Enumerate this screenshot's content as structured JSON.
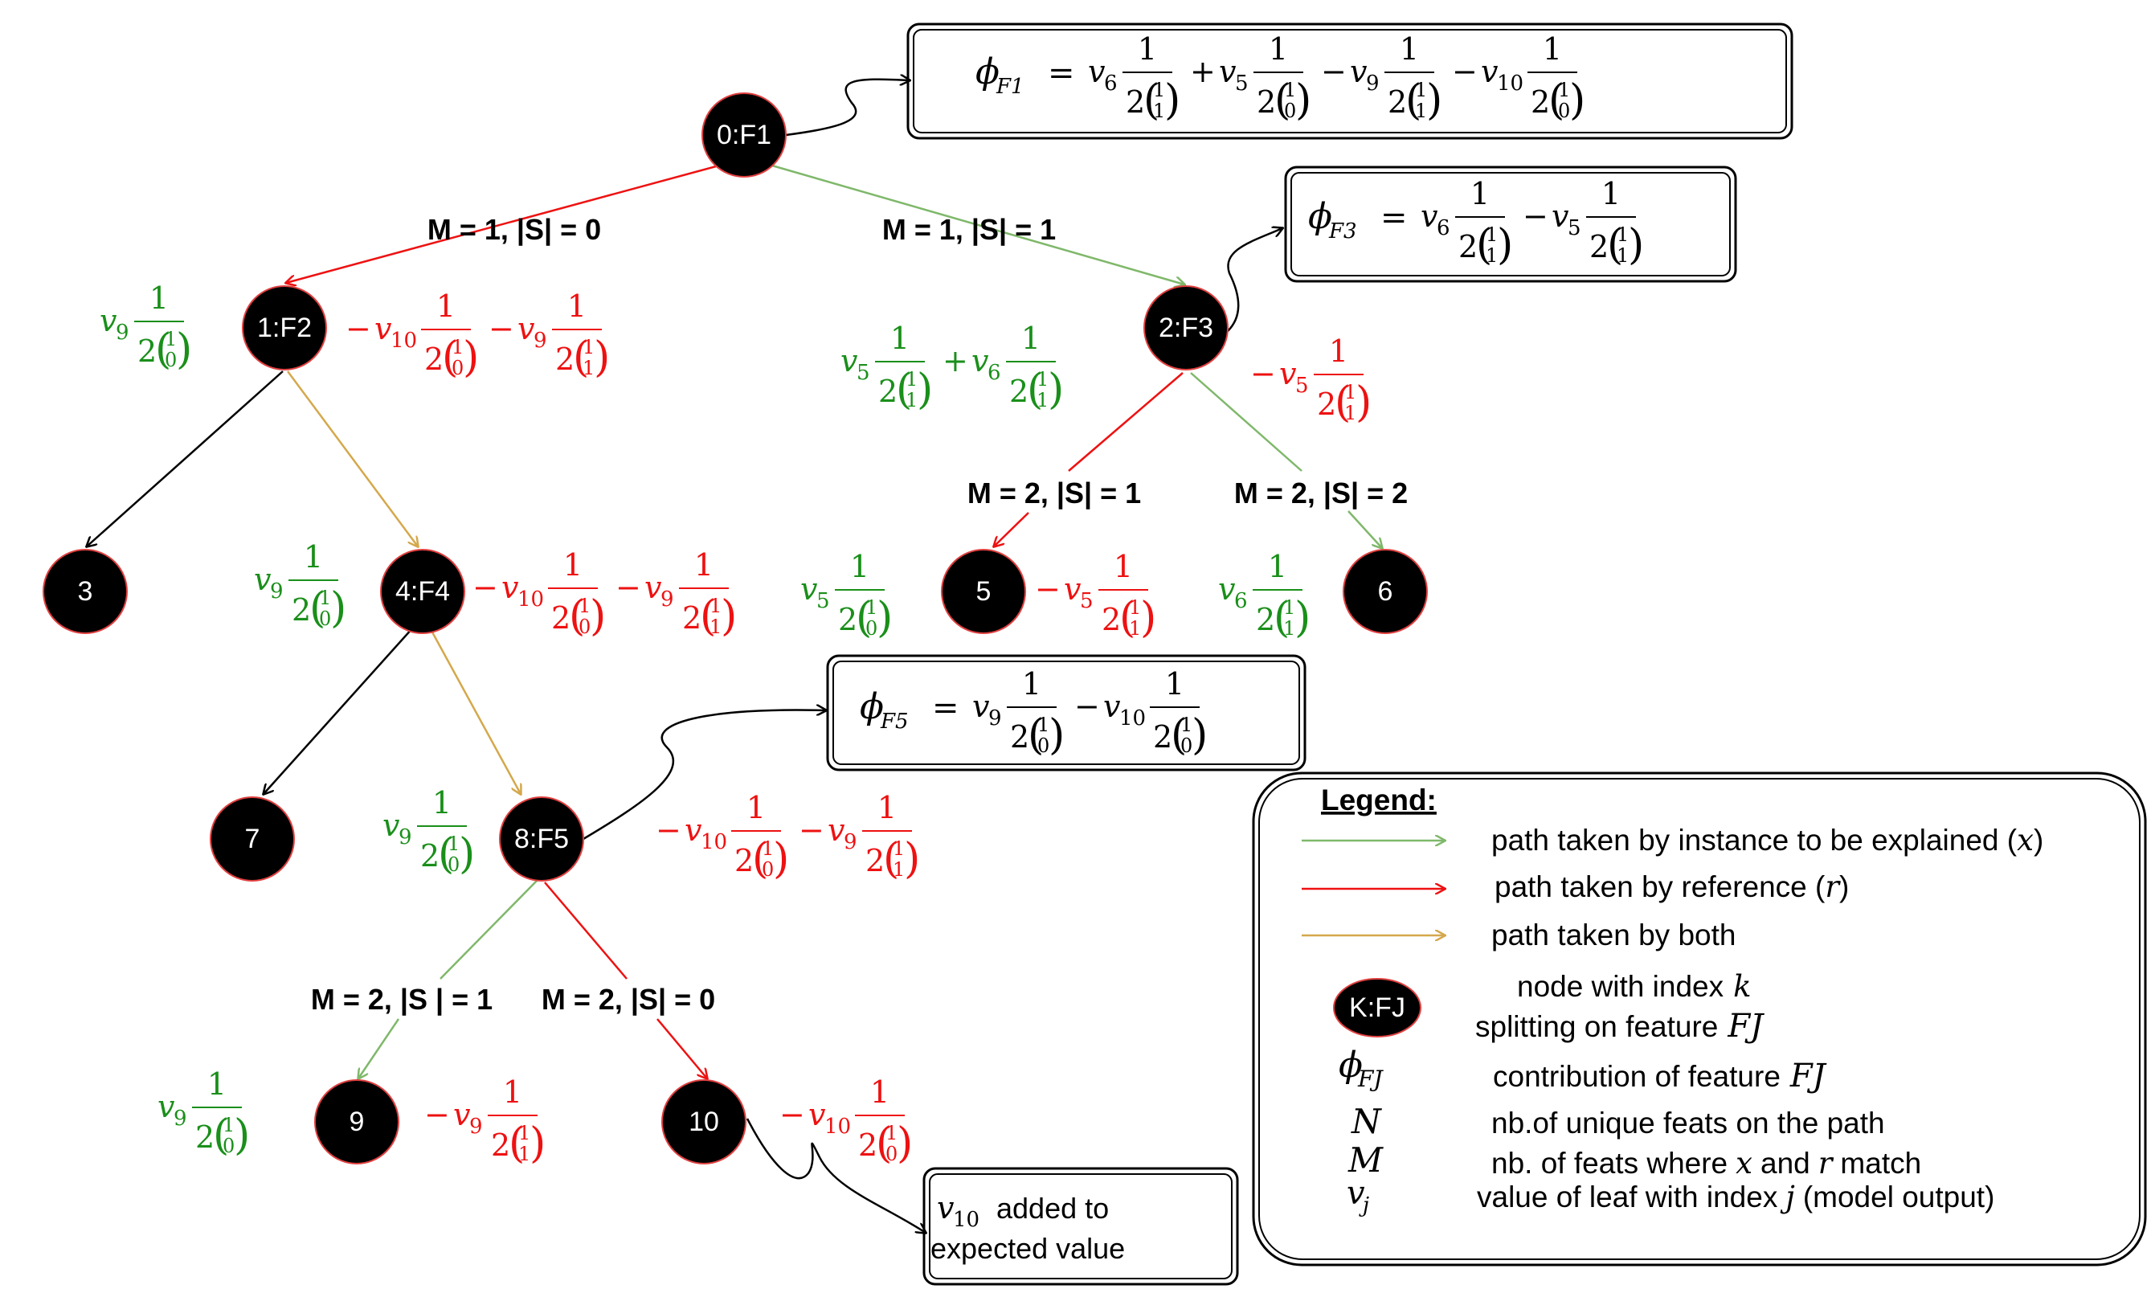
{
  "nodes": [
    {
      "id": "n0",
      "label": "0:F1"
    },
    {
      "id": "n1",
      "label": "1:F2"
    },
    {
      "id": "n2",
      "label": "2:F3"
    },
    {
      "id": "n3",
      "label": "3"
    },
    {
      "id": "n4",
      "label": "4:F4"
    },
    {
      "id": "n5",
      "label": "5"
    },
    {
      "id": "n6",
      "label": "6"
    },
    {
      "id": "n7",
      "label": "7"
    },
    {
      "id": "n8",
      "label": "8:F5"
    },
    {
      "id": "n9",
      "label": "9"
    },
    {
      "id": "n10",
      "label": "10"
    }
  ],
  "edge_labels": {
    "e01": "M = 1, |S| = 0",
    "e02": "M = 1, |S| = 1",
    "e25": "M = 2, |S| = 1",
    "e26": "M = 2, |S| = 2",
    "e89": "M = 2, |S | = 1",
    "e810": "M = 2, |S| = 0"
  },
  "formulas": {
    "phi_f1": {
      "lhs": "F1",
      "terms": [
        [
          "",
          "6",
          "1"
        ],
        [
          "+",
          "5",
          "0"
        ],
        [
          "−",
          "9",
          "1"
        ],
        [
          "−",
          "10",
          "0"
        ]
      ]
    },
    "phi_f3": {
      "lhs": "F3",
      "terms": [
        [
          "",
          "6",
          "1"
        ],
        [
          "−",
          "5",
          "1"
        ]
      ]
    },
    "phi_f5": {
      "lhs": "F5",
      "terms": [
        [
          "",
          "9",
          "0"
        ],
        [
          "−",
          "10",
          "0"
        ]
      ]
    }
  },
  "leaf_note": {
    "line1": "added to",
    "line2": "expected value",
    "var": "10"
  },
  "legend": {
    "title": "Legend:",
    "node_sample": "K:FJ",
    "items": {
      "green_path": "path taken by instance to be explained (",
      "red_path": "path taken by reference (",
      "both_path": "path taken by both",
      "node_line1": "node with index",
      "node_line2": "splitting on feature",
      "phi": "contribution of feature",
      "n": "nb.of unique feats on the path",
      "m_pre": "nb. of  feats where",
      "m_mid": "and",
      "m_post": "match",
      "v": "value of leaf with index",
      "v_post": "(model output)"
    }
  },
  "colors": {
    "green_edge": "#7fb86a",
    "red_edge": "#ee1111",
    "both_edge": "#d4a84c",
    "green_text": "#1a8f1a",
    "red_text": "#ee1111",
    "node_fill": "#000000",
    "node_ring": "#e04040"
  }
}
